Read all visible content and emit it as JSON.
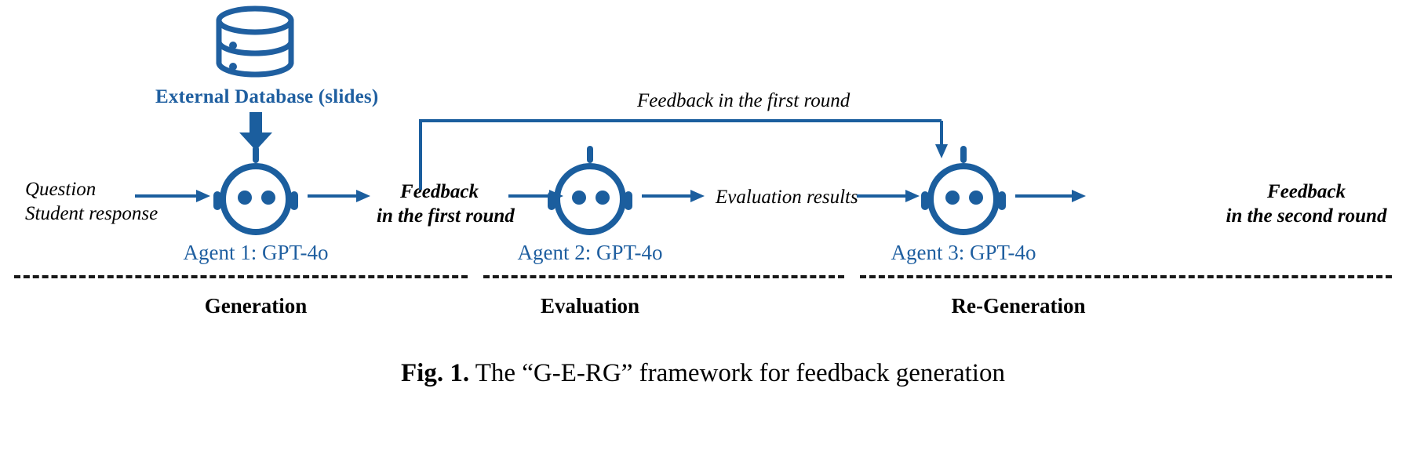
{
  "figure": {
    "caption_prefix": "Fig. 1.",
    "caption_text": " The “G-E-RG” framework for feedback generation"
  },
  "colors": {
    "accent_blue": "#1F5FA0",
    "arrow_blue": "#1B5E9E",
    "text_black": "#000000",
    "background": "#FFFFFF"
  },
  "database": {
    "icon": "database-cylinder-icon",
    "label": "External Database (slides)",
    "feed_arrow": "down-arrow-thick"
  },
  "inputs": {
    "line1": "Question",
    "line2": "Student response"
  },
  "agents": [
    {
      "id": "agent-1",
      "icon": "robot-head-icon",
      "label": "Agent 1: GPT-4o",
      "stage": "Generation"
    },
    {
      "id": "agent-2",
      "icon": "robot-head-icon",
      "label": "Agent 2: GPT-4o",
      "stage": "Evaluation"
    },
    {
      "id": "agent-3",
      "icon": "robot-head-icon",
      "label": "Agent 3: GPT-4o",
      "stage": "Re-Generation"
    }
  ],
  "flow_labels": {
    "feedback_first_round_l1": "Feedback",
    "feedback_first_round_l2": "in the first round",
    "evaluation_results": "Evaluation results",
    "feedback_second_round_l1": "Feedback",
    "feedback_second_round_l2": "in the second round",
    "loop_back": "Feedback in the first round"
  },
  "stages": [
    "Generation",
    "Evaluation",
    "Re-Generation"
  ]
}
